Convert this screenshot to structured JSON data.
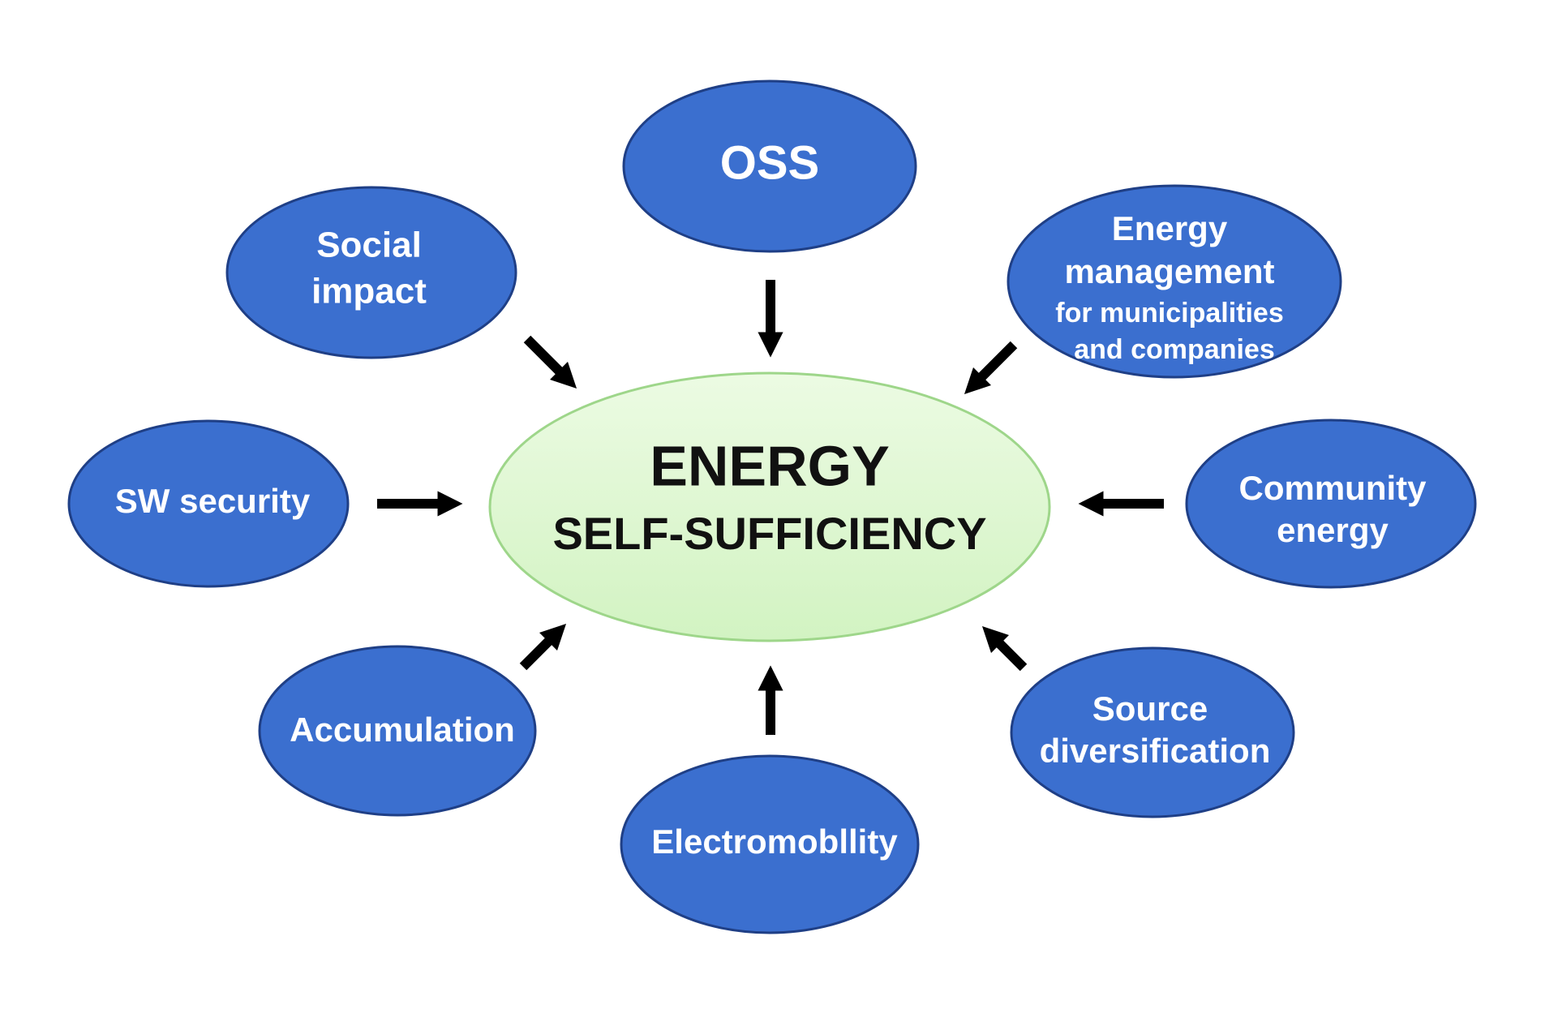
{
  "center": {
    "line1": "ENERGY",
    "line2": "SELF-SUFFICIENCY",
    "fill": "#d6f5c8",
    "stroke": "#9ed68a"
  },
  "node_style": {
    "fill": "#3b6fcf",
    "stroke": "#1f3f86",
    "text": "#ffffff"
  },
  "nodes": {
    "oss": {
      "lines": [
        "OSS"
      ]
    },
    "social": {
      "lines": [
        "Social",
        "impact"
      ]
    },
    "energy_mgmt": {
      "lines": [
        "Energy",
        "management",
        "for municipalities",
        "and companies"
      ]
    },
    "sw_security": {
      "lines": [
        "SW security"
      ]
    },
    "community": {
      "lines": [
        "Community",
        "energy"
      ]
    },
    "accumulation": {
      "lines": [
        "Accumulation"
      ]
    },
    "source_div": {
      "lines": [
        "Source",
        "diversification"
      ]
    },
    "electromobility": {
      "lines": [
        "Electromobllity"
      ]
    }
  },
  "arrow_color": "#000000"
}
